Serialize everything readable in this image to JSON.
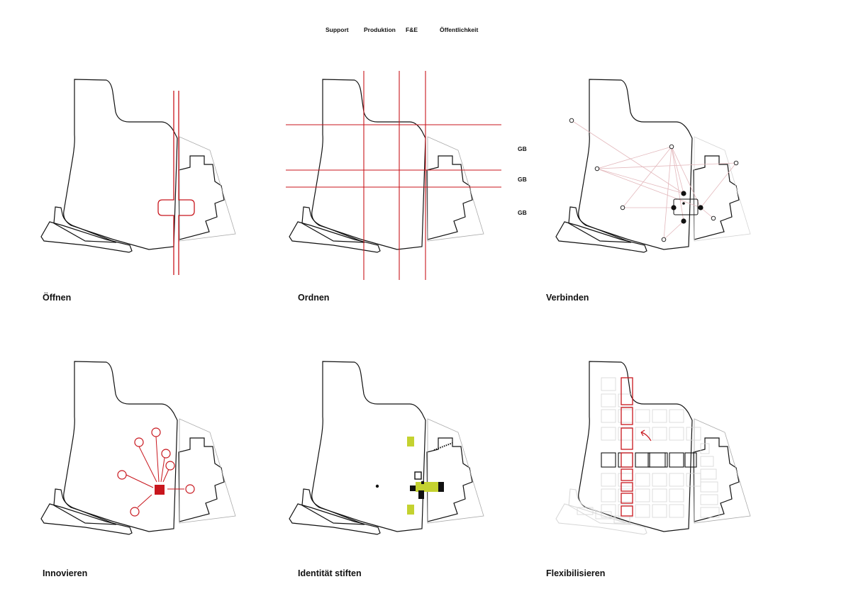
{
  "legend": [
    "Support",
    "Produktion",
    "F&E",
    "Öffentlichkeit"
  ],
  "panels": [
    {
      "title": "Öffnen"
    },
    {
      "title": "Ordnen",
      "gb_labels": [
        "GB",
        "GB",
        "GB"
      ]
    },
    {
      "title": "Verbinden"
    },
    {
      "title": "Innovieren"
    },
    {
      "title": "Identität stiften"
    },
    {
      "title": "Flexibilisieren"
    }
  ],
  "colors": {
    "red": "#c8161d",
    "lime": "#c4d230",
    "black": "#111111",
    "pink": "#e3b8bc",
    "grey": "#9a9a9a",
    "paleGrey": "#d4d4d4"
  }
}
